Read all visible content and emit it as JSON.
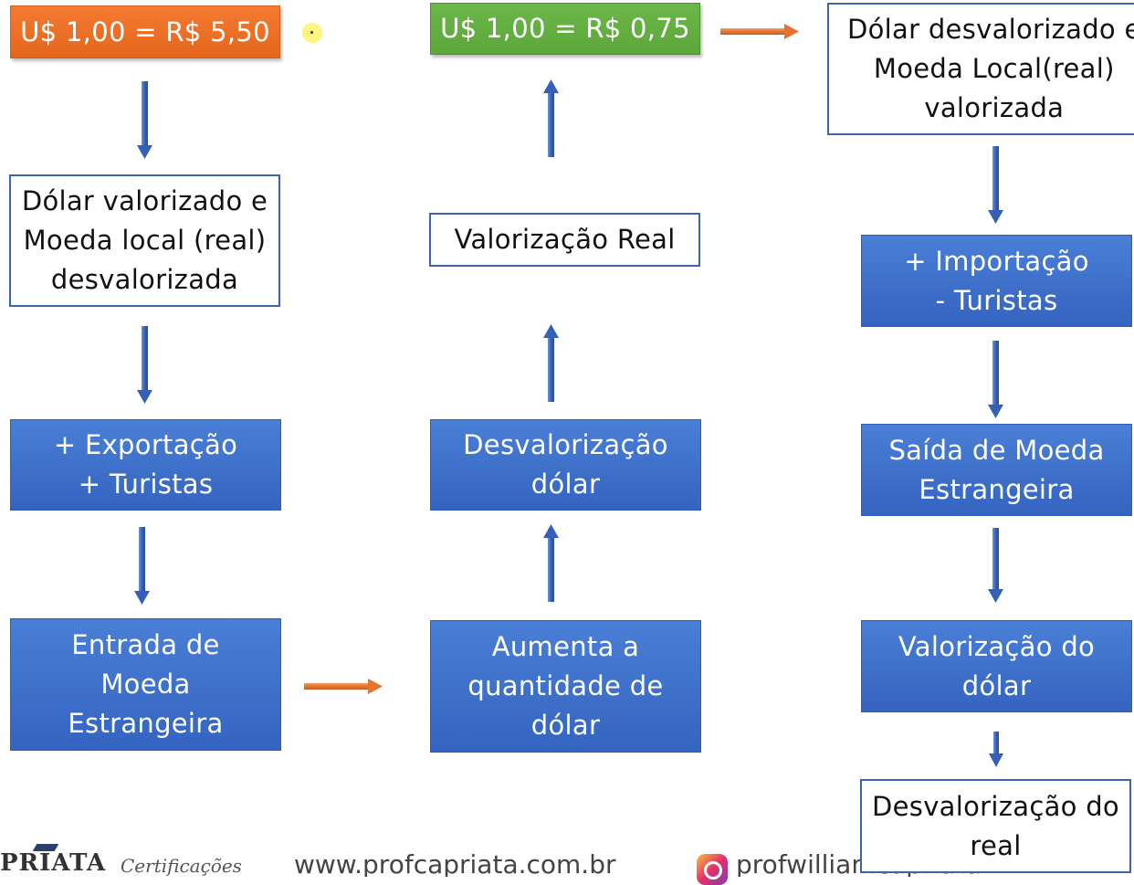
{
  "boxes": {
    "rate_high": "U$ 1,00 = R$ 5,50",
    "rate_low": "U$ 1,00 = R$ 0,75",
    "dollar_devalued": "Dólar desvalorizado e\nMoeda Local(real)\nvalorizada",
    "dollar_valued": "Dólar valorizado e\nMoeda local (real)\ndesvalorizada",
    "real_valuation": "Valorização Real",
    "import_tourists": "+ Importação\n- Turistas",
    "export_tourists": "+ Exportação\n+ Turistas",
    "dollar_devaluation": "Desvalorização\ndólar",
    "foreign_outflow": "Saída de Moeda\nEstrangeira",
    "foreign_inflow": "Entrada de\nMoeda\nEstrangeira",
    "dollar_increase": "Aumenta a\nquantidade de\ndólar",
    "dollar_valuation": "Valorização do\ndólar",
    "real_devaluation": "Desvalorização do\nreal"
  },
  "footer": {
    "logo": "PRIATA",
    "logo_script": "Certificações",
    "website": "www.profcapriata.com.br",
    "instagram": "profwilliamcapriata"
  },
  "colors": {
    "orange": "#ee7027",
    "green": "#62ad41",
    "blue": "#3d6fcb",
    "border_blue": "#3f64a8",
    "arrow_blue": "#3560b8",
    "arrow_orange": "#e67330"
  },
  "icons": [
    "cursor-highlight",
    "instagram-icon",
    "graduation-cap-icon"
  ]
}
